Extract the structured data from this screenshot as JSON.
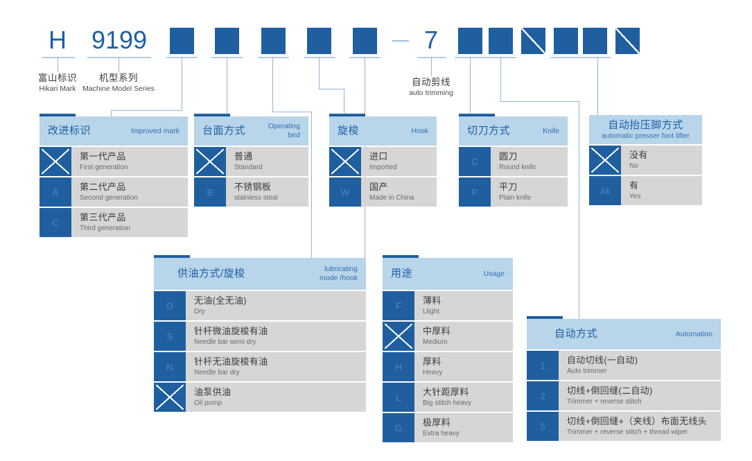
{
  "model_code": {
    "cells": [
      {
        "type": "text",
        "value": "H",
        "name": "code-hikari-mark"
      },
      {
        "type": "text",
        "value": "9199",
        "name": "code-model-series"
      },
      {
        "type": "box",
        "value": "",
        "name": "code-box-improved-mark"
      },
      {
        "type": "box",
        "value": "",
        "name": "code-box-operating-bed"
      },
      {
        "type": "box",
        "value": "",
        "name": "code-box-lubricating"
      },
      {
        "type": "box",
        "value": "",
        "name": "code-box-hook"
      },
      {
        "type": "box",
        "value": "",
        "name": "code-box-usage"
      },
      {
        "type": "dash",
        "value": "",
        "name": "code-dash"
      },
      {
        "type": "text",
        "value": "7",
        "name": "code-auto-trimming"
      },
      {
        "type": "box",
        "value": "",
        "name": "code-box-knife"
      },
      {
        "type": "box",
        "value": "",
        "name": "code-box-automation"
      },
      {
        "type": "box-slash",
        "value": "",
        "name": "code-box-slash-1"
      },
      {
        "type": "box",
        "value": "",
        "name": "code-box-presser-foot"
      },
      {
        "type": "box",
        "value": "",
        "name": "code-box-extra"
      },
      {
        "type": "box-slash",
        "value": "",
        "name": "code-box-slash-2"
      }
    ]
  },
  "leaders": [
    {
      "cn": "富山标识",
      "en": "Hikari Mark",
      "name": "leader-hikari-mark"
    },
    {
      "cn": "机型系列",
      "en": "Machine Model Series",
      "name": "leader-model-series"
    },
    {
      "cn": "自动剪线",
      "en": "auto trimming",
      "name": "leader-auto-trimming"
    }
  ],
  "tables": {
    "improved_mark": {
      "title_cn": "改进标识",
      "title_en": "Improved mark",
      "rows": [
        {
          "code": "",
          "blank": true,
          "cn": "第一代产品",
          "en": "First generation"
        },
        {
          "code": "A",
          "blank": false,
          "cn": "第二代产品",
          "en": "Second generation"
        },
        {
          "code": "C",
          "blank": false,
          "cn": "第三代产品",
          "en": "Third generation"
        }
      ]
    },
    "operating_bed": {
      "title_cn": "台面方式",
      "title_en": "Operating\nbed",
      "rows": [
        {
          "code": "",
          "blank": true,
          "cn": "普通",
          "en": "Standard"
        },
        {
          "code": "B",
          "blank": false,
          "cn": "不锈钢板",
          "en": "stainless steal"
        }
      ]
    },
    "hook": {
      "title_cn": "旋梭",
      "title_en": "Hook",
      "rows": [
        {
          "code": "",
          "blank": true,
          "cn": "进口",
          "en": "Imported"
        },
        {
          "code": "W",
          "blank": false,
          "cn": "国产",
          "en": "Made in China"
        }
      ]
    },
    "knife": {
      "title_cn": "切刀方式",
      "title_en": "Knife",
      "rows": [
        {
          "code": "C",
          "blank": false,
          "cn": "圆刀",
          "en": "Round knife"
        },
        {
          "code": "P",
          "blank": false,
          "cn": "平刀",
          "en": "Plain knife"
        }
      ]
    },
    "presser_foot": {
      "title_cn": "自动抬压脚方式",
      "title_en": "automatic  presser foot  lifter",
      "rows": [
        {
          "code": "",
          "blank": true,
          "cn": "没有",
          "en": "No"
        },
        {
          "code": "Ak",
          "blank": false,
          "cn": "有",
          "en": "Yes"
        }
      ]
    },
    "lubricating": {
      "title_cn": "供油方式/旋梭",
      "title_en": "lubricating\nmode /hook",
      "rows": [
        {
          "code": "D",
          "blank": false,
          "cn": "无油(全无油)",
          "en": "Dry"
        },
        {
          "code": "S",
          "blank": false,
          "cn": "针杆微油旋梭有油",
          "en": "Needle bar semi dry"
        },
        {
          "code": "N",
          "blank": false,
          "cn": "针杆无油旋梭有油",
          "en": "Needle bar  dry"
        },
        {
          "code": "",
          "blank": true,
          "cn": "油泵供油",
          "en": "Oil pump"
        }
      ]
    },
    "usage": {
      "title_cn": "用途",
      "title_en": "Usage",
      "rows": [
        {
          "code": "F",
          "blank": false,
          "cn": "薄料",
          "en": "Llight"
        },
        {
          "code": "",
          "blank": true,
          "cn": "中厚料",
          "en": "Medium"
        },
        {
          "code": "H",
          "blank": false,
          "cn": "厚料",
          "en": "Heavy"
        },
        {
          "code": "L",
          "blank": false,
          "cn": "大针距厚料",
          "en": "Big stitch heavy"
        },
        {
          "code": "G",
          "blank": false,
          "cn": "极厚料",
          "en": "Extra heavy"
        }
      ]
    },
    "automation": {
      "title_cn": "自动方式",
      "title_en": "Automation",
      "rows": [
        {
          "code": "1",
          "blank": false,
          "cn": "自动切线(一自动)",
          "en": "Auto trimmer"
        },
        {
          "code": "2",
          "blank": false,
          "cn": "切线+倒回缝(二自动)",
          "en": "Trimmer + reverse stitch"
        },
        {
          "code": "5",
          "blank": false,
          "cn": "切线+倒回缝+（夹线）布面无线头",
          "en": "Trimmer + reverse stitch + thread wiper"
        }
      ]
    }
  },
  "colors": {
    "deep_blue": "#1f5fa0",
    "header_blue": "#b8d5ea",
    "row_gray": "#d6d6d6",
    "line_blue": "#8fb4d4",
    "title_text": "#1a5fa8"
  }
}
